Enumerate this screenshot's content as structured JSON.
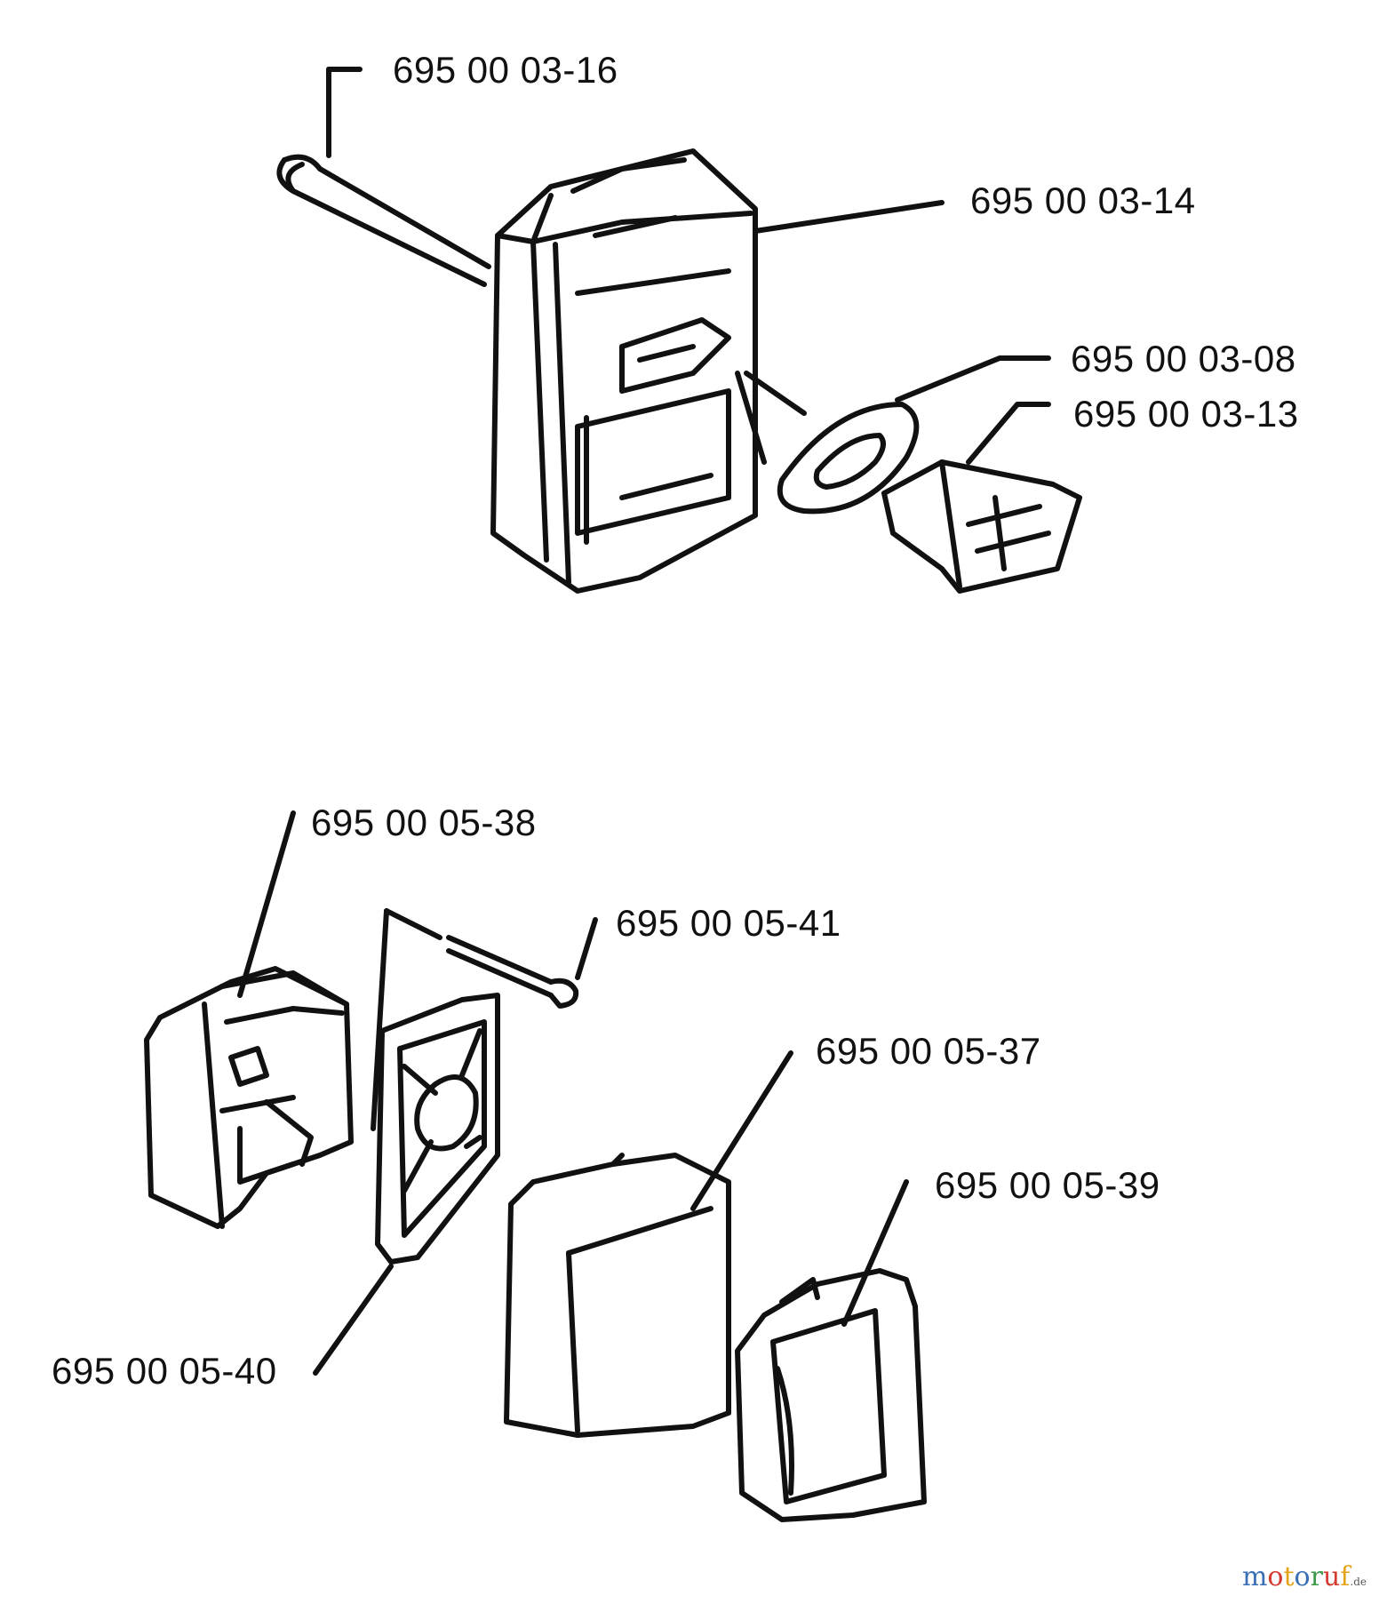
{
  "labels": {
    "p_03_16": "695 00 03-16",
    "p_03_14": "695 00 03-14",
    "p_03_08": "695 00 03-08",
    "p_03_13": "695 00 03-13",
    "p_05_38": "695 00 05-38",
    "p_05_41": "695 00 05-41",
    "p_05_37": "695 00 05-37",
    "p_05_39": "695 00 05-39",
    "p_05_40": "695 00 05-40"
  },
  "watermark": {
    "letters": [
      "m",
      "o",
      "t",
      "o",
      "r",
      "u",
      "f"
    ],
    "colors": [
      "#3a6fb5",
      "#d43a2f",
      "#e6a318",
      "#3a6fb5",
      "#3c9a4a",
      "#d43a2f",
      "#e6a318"
    ],
    "tld": ".de"
  },
  "colors": {
    "ink": "#111111"
  }
}
